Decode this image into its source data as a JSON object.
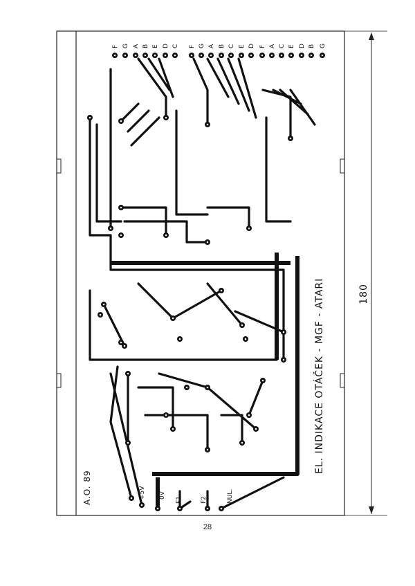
{
  "board": {
    "title": "EL. INDIKACE OTÁČEK - MGF - ATARI",
    "author_mark": "A.O. 89",
    "dimension": "180",
    "connector_labels_top": [
      "F",
      "G",
      "A",
      "B",
      "E",
      "D",
      "C",
      "F",
      "G",
      "A",
      "B",
      "C",
      "E",
      "D",
      "F",
      "A",
      "C",
      "E",
      "D",
      "B",
      "G"
    ],
    "connector_labels_bottom": [
      "+5V",
      "0V",
      "F1",
      "F2",
      "NUL."
    ]
  },
  "page_number": "28"
}
